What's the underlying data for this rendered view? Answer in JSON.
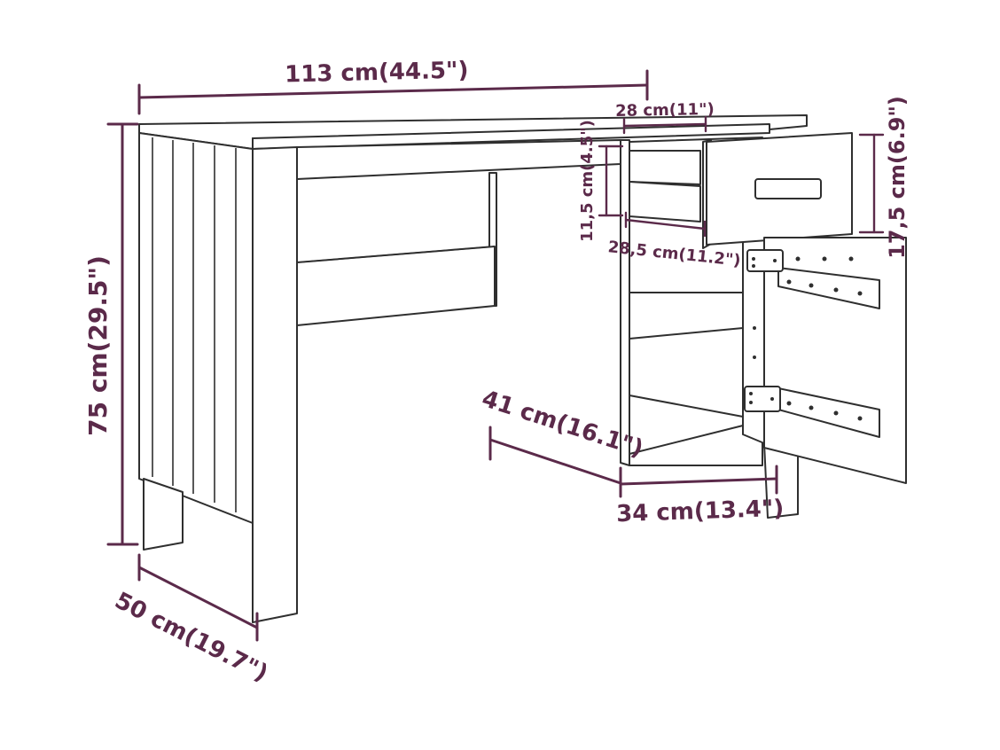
{
  "dimensions": {
    "width": "113 cm(44.5\")",
    "height": "75 cm(29.5\")",
    "depth": "50 cm(19.7\")",
    "drawer_width": "28 cm(11\")",
    "drawer_inner_height": "11,5 cm(4.5\")",
    "drawer_depth": "28,5 cm(11.2\")",
    "drawer_front_height": "17,5 cm(6.9\")",
    "cabinet_depth": "41 cm(16.1\")",
    "cabinet_width": "34 cm(13.4\")"
  }
}
